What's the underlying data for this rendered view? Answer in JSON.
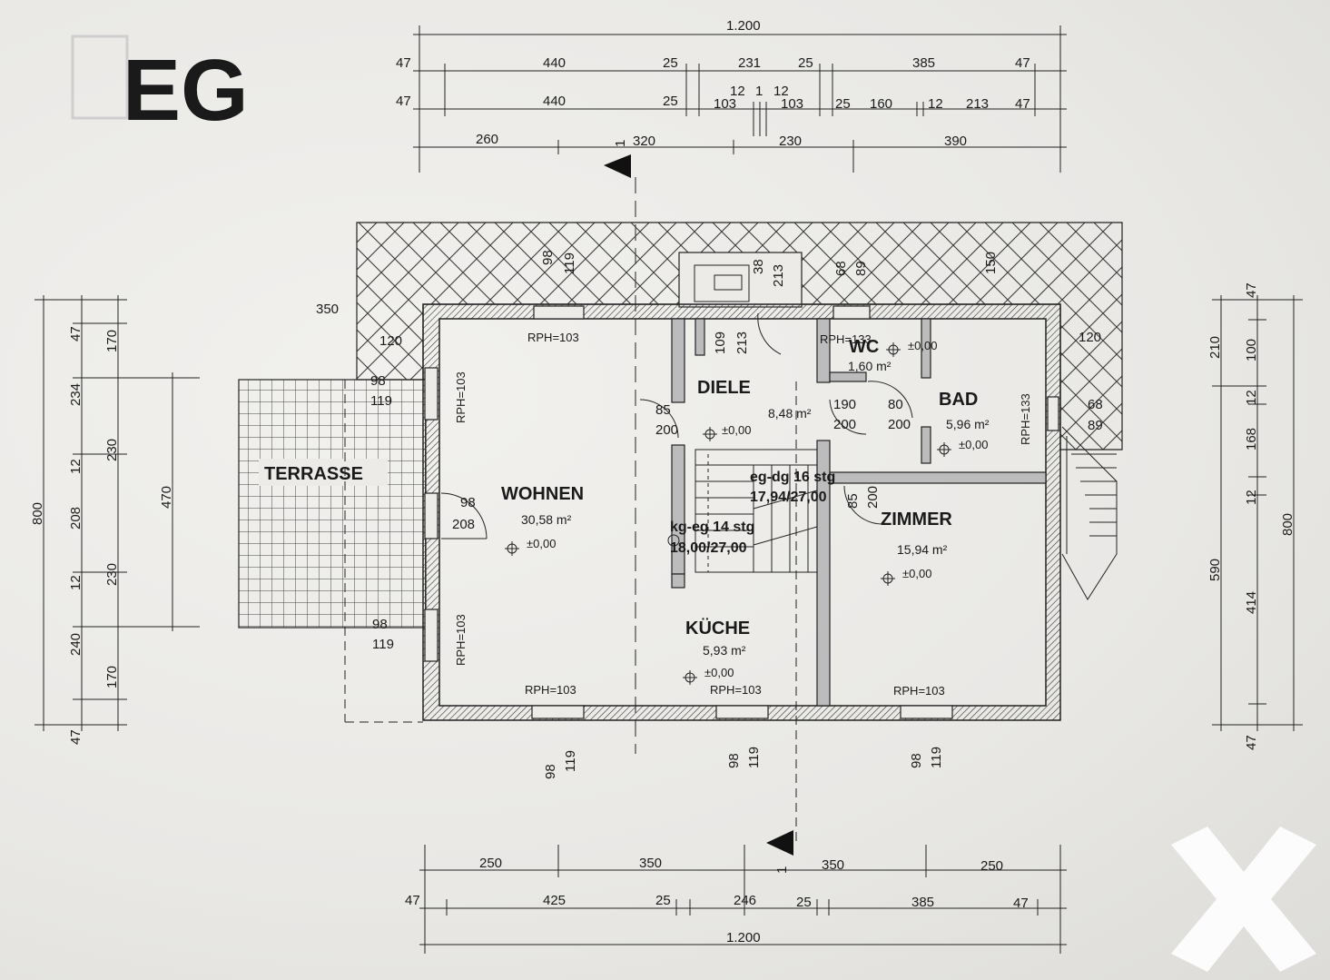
{
  "title": "EG",
  "rooms": {
    "terrasse": {
      "name": "TERRASSE"
    },
    "wohnen": {
      "name": "WOHNEN",
      "area": "30,58 m²",
      "level": "±0,00"
    },
    "diele": {
      "name": "DIELE",
      "area": "8,48 m²",
      "level": "±0,00"
    },
    "wc": {
      "name": "WC",
      "area": "1,60 m²",
      "level": "±0,00"
    },
    "bad": {
      "name": "BAD",
      "area": "5,96 m²",
      "level": "±0,00"
    },
    "zimmer": {
      "name": "ZIMMER",
      "area": "15,94 m²",
      "level": "±0,00"
    },
    "kueche": {
      "name": "KÜCHE",
      "area": "5,93 m²",
      "level": "±0,00"
    }
  },
  "stairs": {
    "up_label": "eg-dg 16 stg",
    "up_ratio": "17,94/27,00",
    "down_label": "kg-eg 14 stg",
    "down_ratio": "18,00/27,00"
  },
  "rph": {
    "r103": "RPH=103",
    "r133": "RPH=133"
  },
  "top_dims": {
    "overall": "1.200",
    "row1": [
      "47",
      "440",
      "25",
      "231",
      "25",
      "385",
      "47"
    ],
    "row2": [
      "47",
      "440",
      "25",
      "103",
      "12",
      "1",
      "12",
      "103",
      "25",
      "160",
      "12",
      "213",
      "47"
    ],
    "row3": [
      "260",
      "320",
      "230",
      "390"
    ]
  },
  "bottom_dims": {
    "overall": "1.200",
    "row1": [
      "250",
      "350",
      "350",
      "250"
    ],
    "row2": [
      "47",
      "425",
      "25",
      "246",
      "25",
      "385",
      "47"
    ]
  },
  "left_dims": {
    "overall": "800",
    "col1": [
      "47",
      "234",
      "12",
      "208",
      "12",
      "240",
      "47"
    ],
    "col2": [
      "170",
      "230",
      "230",
      "170"
    ],
    "inner": "470"
  },
  "right_dims": {
    "overall": "800",
    "col1": [
      "47",
      "100",
      "12",
      "168",
      "12",
      "414",
      "47"
    ],
    "col2": [
      "210",
      "590"
    ]
  },
  "misc_dims": {
    "d350": "350",
    "d120": "120",
    "d98": "98",
    "d119": "119",
    "d208": "208",
    "d38": "38",
    "d213": "213",
    "d68": "68",
    "d89": "89",
    "d150": "150",
    "d109": "109",
    "d85": "85",
    "d200": "200",
    "d80": "80",
    "d190": "190"
  },
  "section_marker": "1"
}
